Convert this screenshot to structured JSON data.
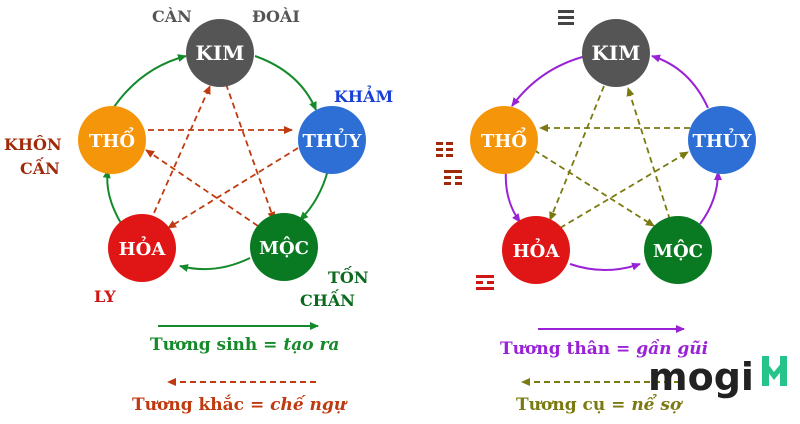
{
  "colors": {
    "kim": "#555555",
    "thuy": "#2e6fd6",
    "moc": "#0a7a22",
    "hoa": "#e01515",
    "tho": "#f5950a",
    "sinh_arrow": "#148a2a",
    "khac_arrow": "#c03a10",
    "than_arrow": "#9a22d6",
    "cu_arrow": "#7a7a10",
    "mogi_green": "#26c48a"
  },
  "left": {
    "nodes": {
      "kim": "KIM",
      "thuy": "THỦY",
      "moc": "MỘC",
      "hoa": "HỎA",
      "tho": "THỔ"
    },
    "labels": {
      "can": "CÀN",
      "doai": "ĐOÀI",
      "kham": "KHẢM",
      "khon": "KHÔN",
      "can2": "CẤN",
      "ton": "TỐN",
      "chan": "CHẤN",
      "ly": "LY"
    },
    "legend": {
      "sinh_term": "Tương sinh = ",
      "sinh_meaning": "tạo ra",
      "khac_term": "Tương khắc = ",
      "khac_meaning": "chế ngự"
    }
  },
  "right": {
    "nodes": {
      "kim": "KIM",
      "thuy": "THỦY",
      "moc": "MỘC",
      "hoa": "HỎA",
      "tho": "THỔ"
    },
    "legend": {
      "than_term": "Tương thân = ",
      "than_meaning": "gần gũi",
      "cu_term": "Tương cụ = ",
      "cu_meaning": "nể sợ"
    }
  },
  "logo": {
    "text": "mogi",
    "icon": "mogi-logo-icon"
  }
}
